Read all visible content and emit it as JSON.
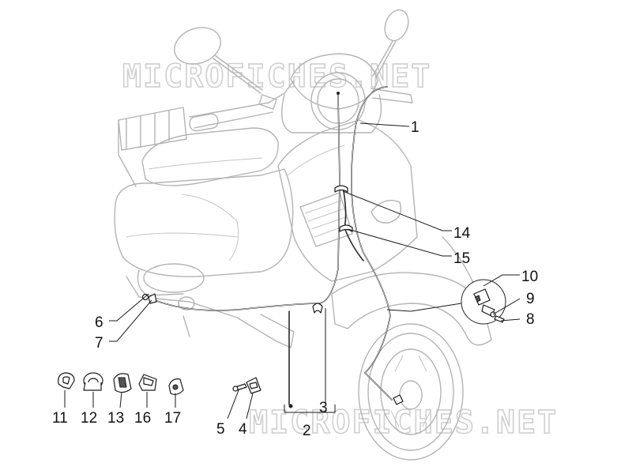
{
  "watermark": "MICROFICHES.NET",
  "callouts": [
    {
      "id": "c1",
      "label": "1"
    },
    {
      "id": "c2",
      "label": "2"
    },
    {
      "id": "c3",
      "label": "3"
    },
    {
      "id": "c4",
      "label": "4"
    },
    {
      "id": "c5",
      "label": "5"
    },
    {
      "id": "c6",
      "label": "6"
    },
    {
      "id": "c7",
      "label": "7"
    },
    {
      "id": "c8",
      "label": "8"
    },
    {
      "id": "c9",
      "label": "9"
    },
    {
      "id": "c10",
      "label": "10"
    },
    {
      "id": "c11",
      "label": "11"
    },
    {
      "id": "c12",
      "label": "12"
    },
    {
      "id": "c13",
      "label": "13"
    },
    {
      "id": "c14",
      "label": "14"
    },
    {
      "id": "c15",
      "label": "15"
    },
    {
      "id": "c16",
      "label": "16"
    },
    {
      "id": "c17",
      "label": "17"
    }
  ]
}
